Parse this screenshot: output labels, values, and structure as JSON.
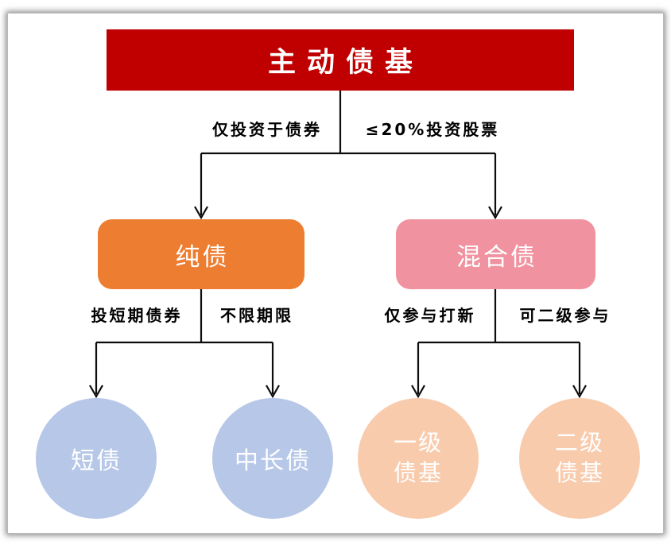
{
  "colors": {
    "root_bg": "#c00000",
    "pure_bg": "#ed7d31",
    "mixed_bg": "#f0929f",
    "leaf_blue_bg": "#b7c7e8",
    "leaf_peach_bg": "#f8cbad",
    "node_text": "#ffffff",
    "edge_text": "#000000",
    "line": "#0d0d0d"
  },
  "tree": {
    "root": {
      "label": "主动债基"
    },
    "branches": [
      {
        "edge_label": "仅投资于债券",
        "node": {
          "label": "纯债"
        },
        "children": [
          {
            "edge_label": "投短期债券",
            "node": {
              "label": "短债"
            }
          },
          {
            "edge_label": "不限期限",
            "node": {
              "label": "中长债"
            }
          }
        ]
      },
      {
        "edge_label": "≤20%投资股票",
        "node": {
          "label": "混合债"
        },
        "children": [
          {
            "edge_label": "仅参与打新",
            "node": {
              "line1": "一级",
              "line2": "债基"
            }
          },
          {
            "edge_label": "可二级参与",
            "node": {
              "line1": "二级",
              "line2": "债基"
            }
          }
        ]
      }
    ]
  }
}
